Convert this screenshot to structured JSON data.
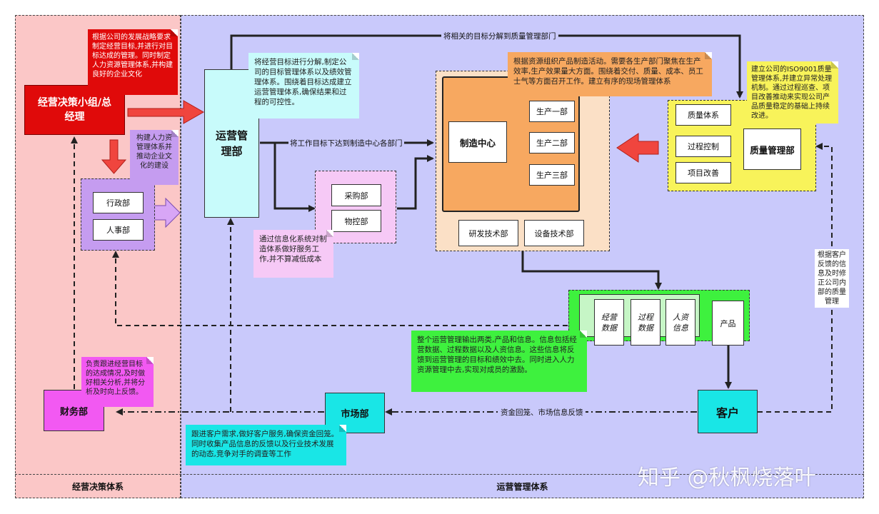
{
  "regions": {
    "decision_label": "经营决策体系",
    "ops_label": "运营管理体系"
  },
  "boxes": {
    "decision_group": "经营决策小组/总经理",
    "ops_dept": "运营管理部",
    "admin": "行政部",
    "hr": "人事部",
    "purchasing": "采购部",
    "material": "物控部",
    "manufacturing_center": "制造中心",
    "prod1": "生产一部",
    "prod2": "生产二部",
    "prod3": "生产三部",
    "rnd": "研发技术部",
    "equipment": "设备技术部",
    "quality_system": "质量体系",
    "process_control": "过程控制",
    "project_improvement": "项目改善",
    "quality_dept": "质量管理部",
    "ops_data": "经营数据",
    "process_data": "过程数据",
    "hr_info": "人资信息",
    "product": "产品",
    "customer": "客户",
    "market": "市场部",
    "finance": "财务部"
  },
  "notes": {
    "decision": "根据公司的发展战略要求制定经营目标,并进行对目标达成的管理。同时制定人力资源管理体系,并构建良好的企业文化",
    "ops": "将经营目标进行分解,制定公司的目标管理体系以及绩效管理体系。围绕着目标达成建立运营管理体系,确保结果和过程的可控性。",
    "hr": "构建人力资管理体系并推动企业文化的建设",
    "manufacturing": "根据资源组织产品制造活动。需要各生产部门聚焦在生产效率,生产效果量大方面。围绕着交付、质量、成本、员工士气等方面召开工作。建立有序的现场管理体系",
    "quality": "建立公司的ISO9001质量管理体系,并建立异常处理机制。通过过程巡查、项目改善推动来实现公司产品质量稳定的基础上持续改进。",
    "supply": "通过信息化系统对制造体系做好服务工作,并不算减低成本",
    "output": "整个运营管理输出两类,产品和信息。信息包括经营数据、过程数据以及人资信息。这些信息将反馈到运营管理的目标和绩效中去。同时进入人力资源管理中去,实现对成员的激励。",
    "finance": "负责跟进经营目标的达成情况,及时做好相关分析,并将分析及时向上反馈。",
    "market": "跟进客户需求,做好客户服务,确保资金回笼。同时收集产品信息的反馈以及行业技术发展的动态,竞争对手的调查等工作",
    "customer_feedback": "根据客户反馈的信息及时修正公司内部的质量管理"
  },
  "edge_labels": {
    "to_quality": "将相关的目标分解到质量管理部门",
    "to_manufacturing": "将工作目标下达到制造中心各部门",
    "customer_to_market": "资金回笼、市场信息反馈"
  },
  "watermark": "知乎 @秋枫烧落叶",
  "colors": {
    "decision_bg": "#fbc7c7",
    "ops_bg": "#c9c9fb",
    "decision_box": "#e00a0a",
    "ops_box": "#c8fbfb",
    "hr_group": "#c59cf0",
    "supply_group": "#f6c9f6",
    "manufacturing_outer": "#fbe0c6",
    "manufacturing_inner": "#f7a860",
    "quality_group": "#f8f35a",
    "output_group": "#3ef13e",
    "output_inner": "#c6f6c6",
    "customer": "#19e6e6",
    "market": "#19e6e6",
    "finance": "#f259f2",
    "arrow_red": "#f0453e"
  }
}
